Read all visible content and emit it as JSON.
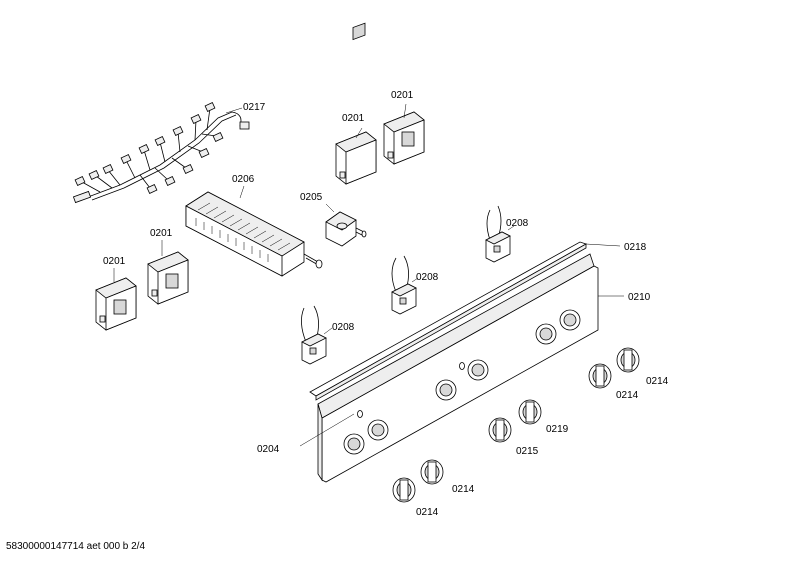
{
  "parts": {
    "harness": "0217",
    "module_a": "0201",
    "module_b": "0201",
    "module_c": "0201",
    "module_d": "0201",
    "terminal_block": "0206",
    "switch": "0205",
    "sensor_right": "0208",
    "sensor_mid": "0208",
    "sensor_left": "0208",
    "trim_strip": "0218",
    "panel": "0210",
    "lamp": "0204",
    "knob_r1": "0214",
    "knob_r2": "0214",
    "knob_mid": "0219",
    "knob_mid2": "0215",
    "knob_l1": "0214",
    "knob_l2": "0214"
  },
  "footer": "58300000147714 aet 000 b 2/4"
}
